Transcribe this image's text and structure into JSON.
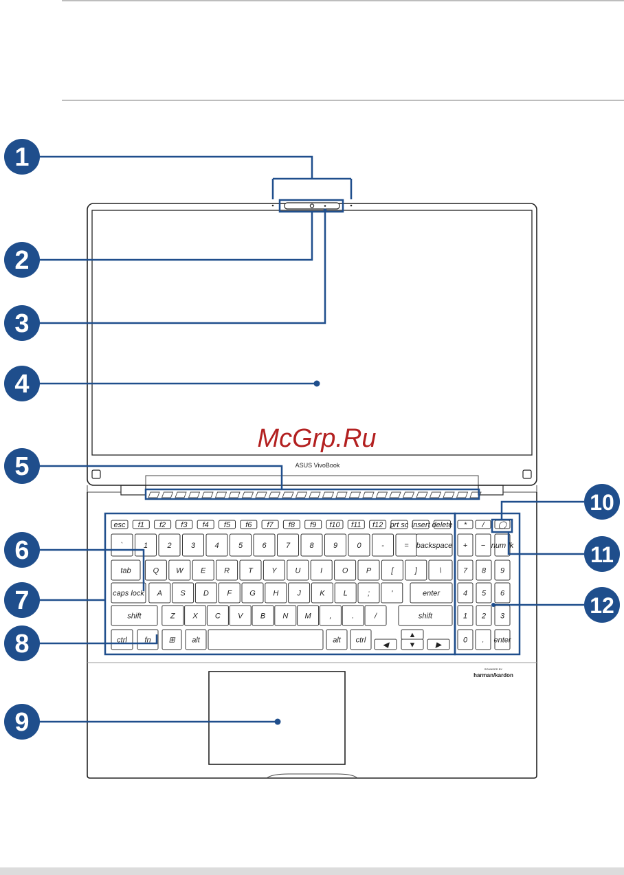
{
  "diagram": {
    "callouts": [
      "1",
      "2",
      "3",
      "4",
      "5",
      "6",
      "7",
      "8",
      "9",
      "10",
      "11",
      "12"
    ],
    "brand_label": "ASUS VivoBook",
    "watermark": "McGrp.Ru",
    "speaker_brand_small": "SOUNDED BY",
    "speaker_brand": "harman/kardon"
  },
  "keyboard": {
    "fn_row": [
      "esc",
      "f1",
      "f2",
      "f3",
      "f4",
      "f5",
      "f6",
      "f7",
      "f8",
      "f9",
      "f10",
      "f11",
      "f12",
      "prt sc",
      "insert",
      "delete"
    ],
    "number_row": [
      "`",
      "1",
      "2",
      "3",
      "4",
      "5",
      "6",
      "7",
      "8",
      "9",
      "0",
      "-",
      "=",
      "backspace"
    ],
    "top_row": [
      "tab",
      "Q",
      "W",
      "E",
      "R",
      "T",
      "Y",
      "U",
      "I",
      "O",
      "P",
      "[",
      "]",
      "\\"
    ],
    "home_row": [
      "caps lock",
      "A",
      "S",
      "D",
      "F",
      "G",
      "H",
      "J",
      "K",
      "L",
      ";",
      "'",
      "enter"
    ],
    "bottom_row": [
      "shift",
      "Z",
      "X",
      "C",
      "V",
      "B",
      "N",
      "M",
      ",",
      ".",
      "/",
      "shift"
    ],
    "space_row": [
      "ctrl",
      "fn",
      "⊞",
      "alt",
      "",
      "alt",
      "ctrl"
    ],
    "numpad": [
      "*",
      "/",
      "num lk",
      "+",
      "−",
      "7",
      "8",
      "9",
      "4",
      "5",
      "6",
      "1",
      "2",
      "3",
      "0",
      ".",
      "enter"
    ]
  }
}
